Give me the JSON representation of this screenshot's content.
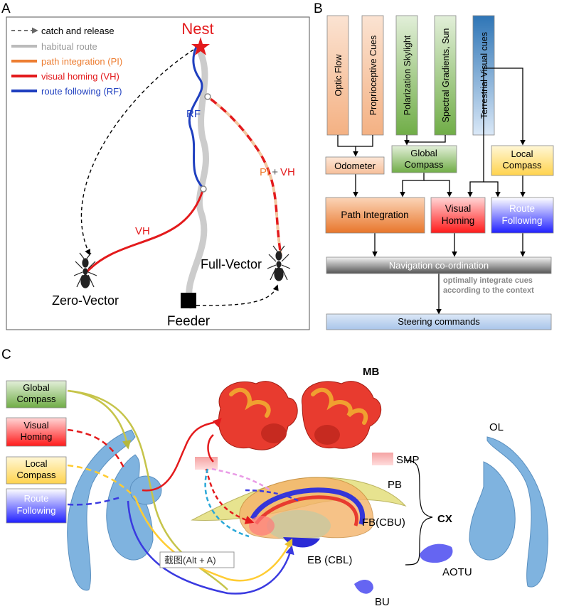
{
  "panels": {
    "a": "A",
    "b": "B",
    "c": "C"
  },
  "panel_a": {
    "legend": [
      {
        "text": "catch and release",
        "color": "#000000",
        "style": "dashed-arrow"
      },
      {
        "text": "habitual route",
        "color": "#999999",
        "style": "solid-gray"
      },
      {
        "text": "path integration (PI)",
        "color": "#ed7d31",
        "style": "solid"
      },
      {
        "text": "visual homing (VH)",
        "color": "#e31a1c",
        "style": "solid"
      },
      {
        "text": "route following (RF)",
        "color": "#1f3fbf",
        "style": "solid"
      }
    ],
    "nest": "Nest",
    "rf_label": "RF",
    "vh_label": "VH",
    "pi_label": "PI",
    "plus": "+",
    "vh_label2": "VH",
    "zero_vector": "Zero-Vector",
    "full_vector": "Full-Vector",
    "feeder": "Feeder"
  },
  "panel_b": {
    "cues": [
      "Optic Flow",
      "Proprioceptive Cues",
      "Polarization Skylight",
      "Spectral Gradients, Sun",
      "Terrestrial Visual cues"
    ],
    "odometer": "Odometer",
    "global_compass": "Global Compass",
    "local_compass": "Local Compass",
    "path_integration": "Path Integration",
    "visual_homing": "Visual Homing",
    "route_following": "Route Following",
    "coordination": "Navigation co-ordination",
    "note": "optimally integrate cues according to the context",
    "steering": "Steering commands"
  },
  "panel_c": {
    "inputs": [
      "Global Compass",
      "Visual Homing",
      "Local Compass",
      "Route Following"
    ],
    "mb": "MB",
    "ol": "OL",
    "smp": "SMP",
    "pb": "PB",
    "fb": "FB(CBU)",
    "cx": "CX",
    "eb": "EB (CBL)",
    "aotu": "AOTU",
    "bu": "BU",
    "tooltip": "截图(Alt + A)"
  }
}
